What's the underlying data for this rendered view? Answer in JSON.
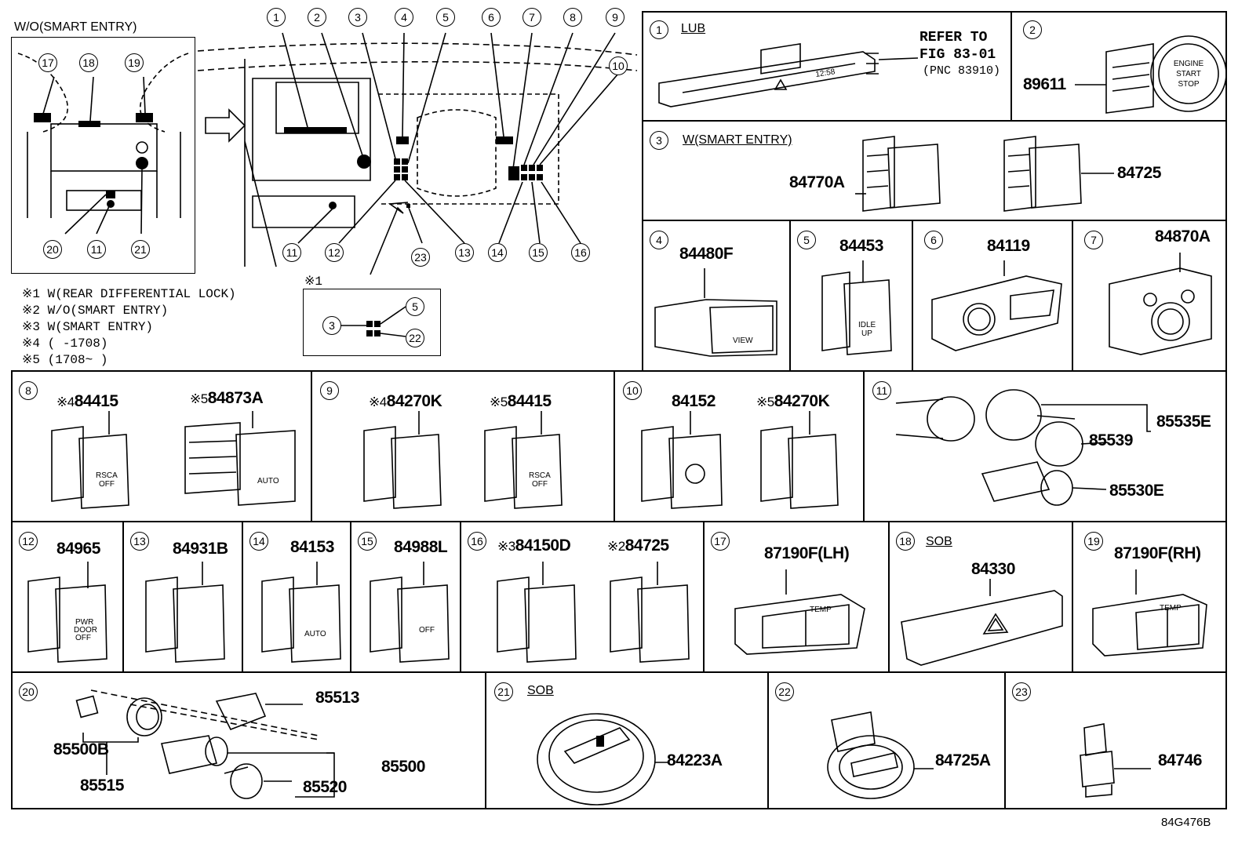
{
  "overview": {
    "wo_smart_entry_label": "W/O(SMART ENTRY)",
    "callouts_main": [
      "1",
      "2",
      "3",
      "4",
      "5",
      "6",
      "7",
      "8",
      "9",
      "10",
      "11",
      "12",
      "13",
      "14",
      "15",
      "16",
      "23"
    ],
    "callouts_inset": [
      "17",
      "18",
      "19",
      "20",
      "11",
      "21"
    ],
    "note1_marker": "※1",
    "inset_callouts": [
      "3",
      "5",
      "22"
    ],
    "notes": [
      "※1 W(REAR DIFFERENTIAL LOCK)",
      "※2 W/O(SMART ENTRY)",
      "※3 W(SMART ENTRY)",
      "※4 (     -1708)",
      "※5 (1708~     )"
    ]
  },
  "panels": {
    "p1": {
      "num": "1",
      "tag": "LUB",
      "refer": "REFER TO",
      "fig": "FIG 83-01",
      "pnc": "(PNC 83910)",
      "clock": "12:58"
    },
    "p2": {
      "num": "2",
      "part": "89611",
      "btn1": "ENGINE",
      "btn2": "START",
      "btn3": "STOP"
    },
    "p3": {
      "num": "3",
      "tag": "W(SMART ENTRY)",
      "part_a": "84770A",
      "part_b": "84725"
    },
    "p4": {
      "num": "4",
      "part": "84480F",
      "label": "VIEW"
    },
    "p5": {
      "num": "5",
      "part": "84453",
      "label1": "IDLE",
      "label2": "UP"
    },
    "p6": {
      "num": "6",
      "part": "84119"
    },
    "p7": {
      "num": "7",
      "part": "84870A"
    },
    "p8": {
      "num": "8",
      "mark_a": "※4",
      "part_a": "84415",
      "mark_b": "※5",
      "part_b": "84873A",
      "rsca1": "RSCA",
      "rsca2": "OFF",
      "auto": "AUTO"
    },
    "p9": {
      "num": "9",
      "mark_a": "※4",
      "part_a": "84270K",
      "mark_b": "※5",
      "part_b": "84415",
      "rsca1": "RSCA",
      "rsca2": "OFF"
    },
    "p10": {
      "num": "10",
      "part_a": "84152",
      "mark_b": "※5",
      "part_b": "84270K"
    },
    "p11": {
      "num": "11",
      "part_a": "85535E",
      "part_b": "85539",
      "part_c": "85530E"
    },
    "p12": {
      "num": "12",
      "part": "84965",
      "l1": "PWR",
      "l2": "DOOR",
      "l3": "OFF"
    },
    "p13": {
      "num": "13",
      "part": "84931B"
    },
    "p14": {
      "num": "14",
      "part": "84153",
      "auto": "AUTO"
    },
    "p15": {
      "num": "15",
      "part": "84988L",
      "off": "OFF"
    },
    "p16": {
      "num": "16",
      "mark_a": "※3",
      "part_a": "84150D",
      "mark_b": "※2",
      "part_b": "84725"
    },
    "p17": {
      "num": "17",
      "part": "87190F(LH)",
      "temp": "TEMP"
    },
    "p18": {
      "num": "18",
      "tag": "SOB",
      "part": "84330"
    },
    "p19": {
      "num": "19",
      "part": "87190F(RH)",
      "temp": "TEMP"
    },
    "p20": {
      "num": "20",
      "part_a": "85513",
      "part_b": "85500B",
      "part_c": "85515",
      "part_d": "85500",
      "part_e": "85520"
    },
    "p21": {
      "num": "21",
      "tag": "SOB",
      "part": "84223A"
    },
    "p22": {
      "num": "22",
      "part": "84725A"
    },
    "p23": {
      "num": "23",
      "part": "84746"
    }
  },
  "figure_id": "84G476B"
}
